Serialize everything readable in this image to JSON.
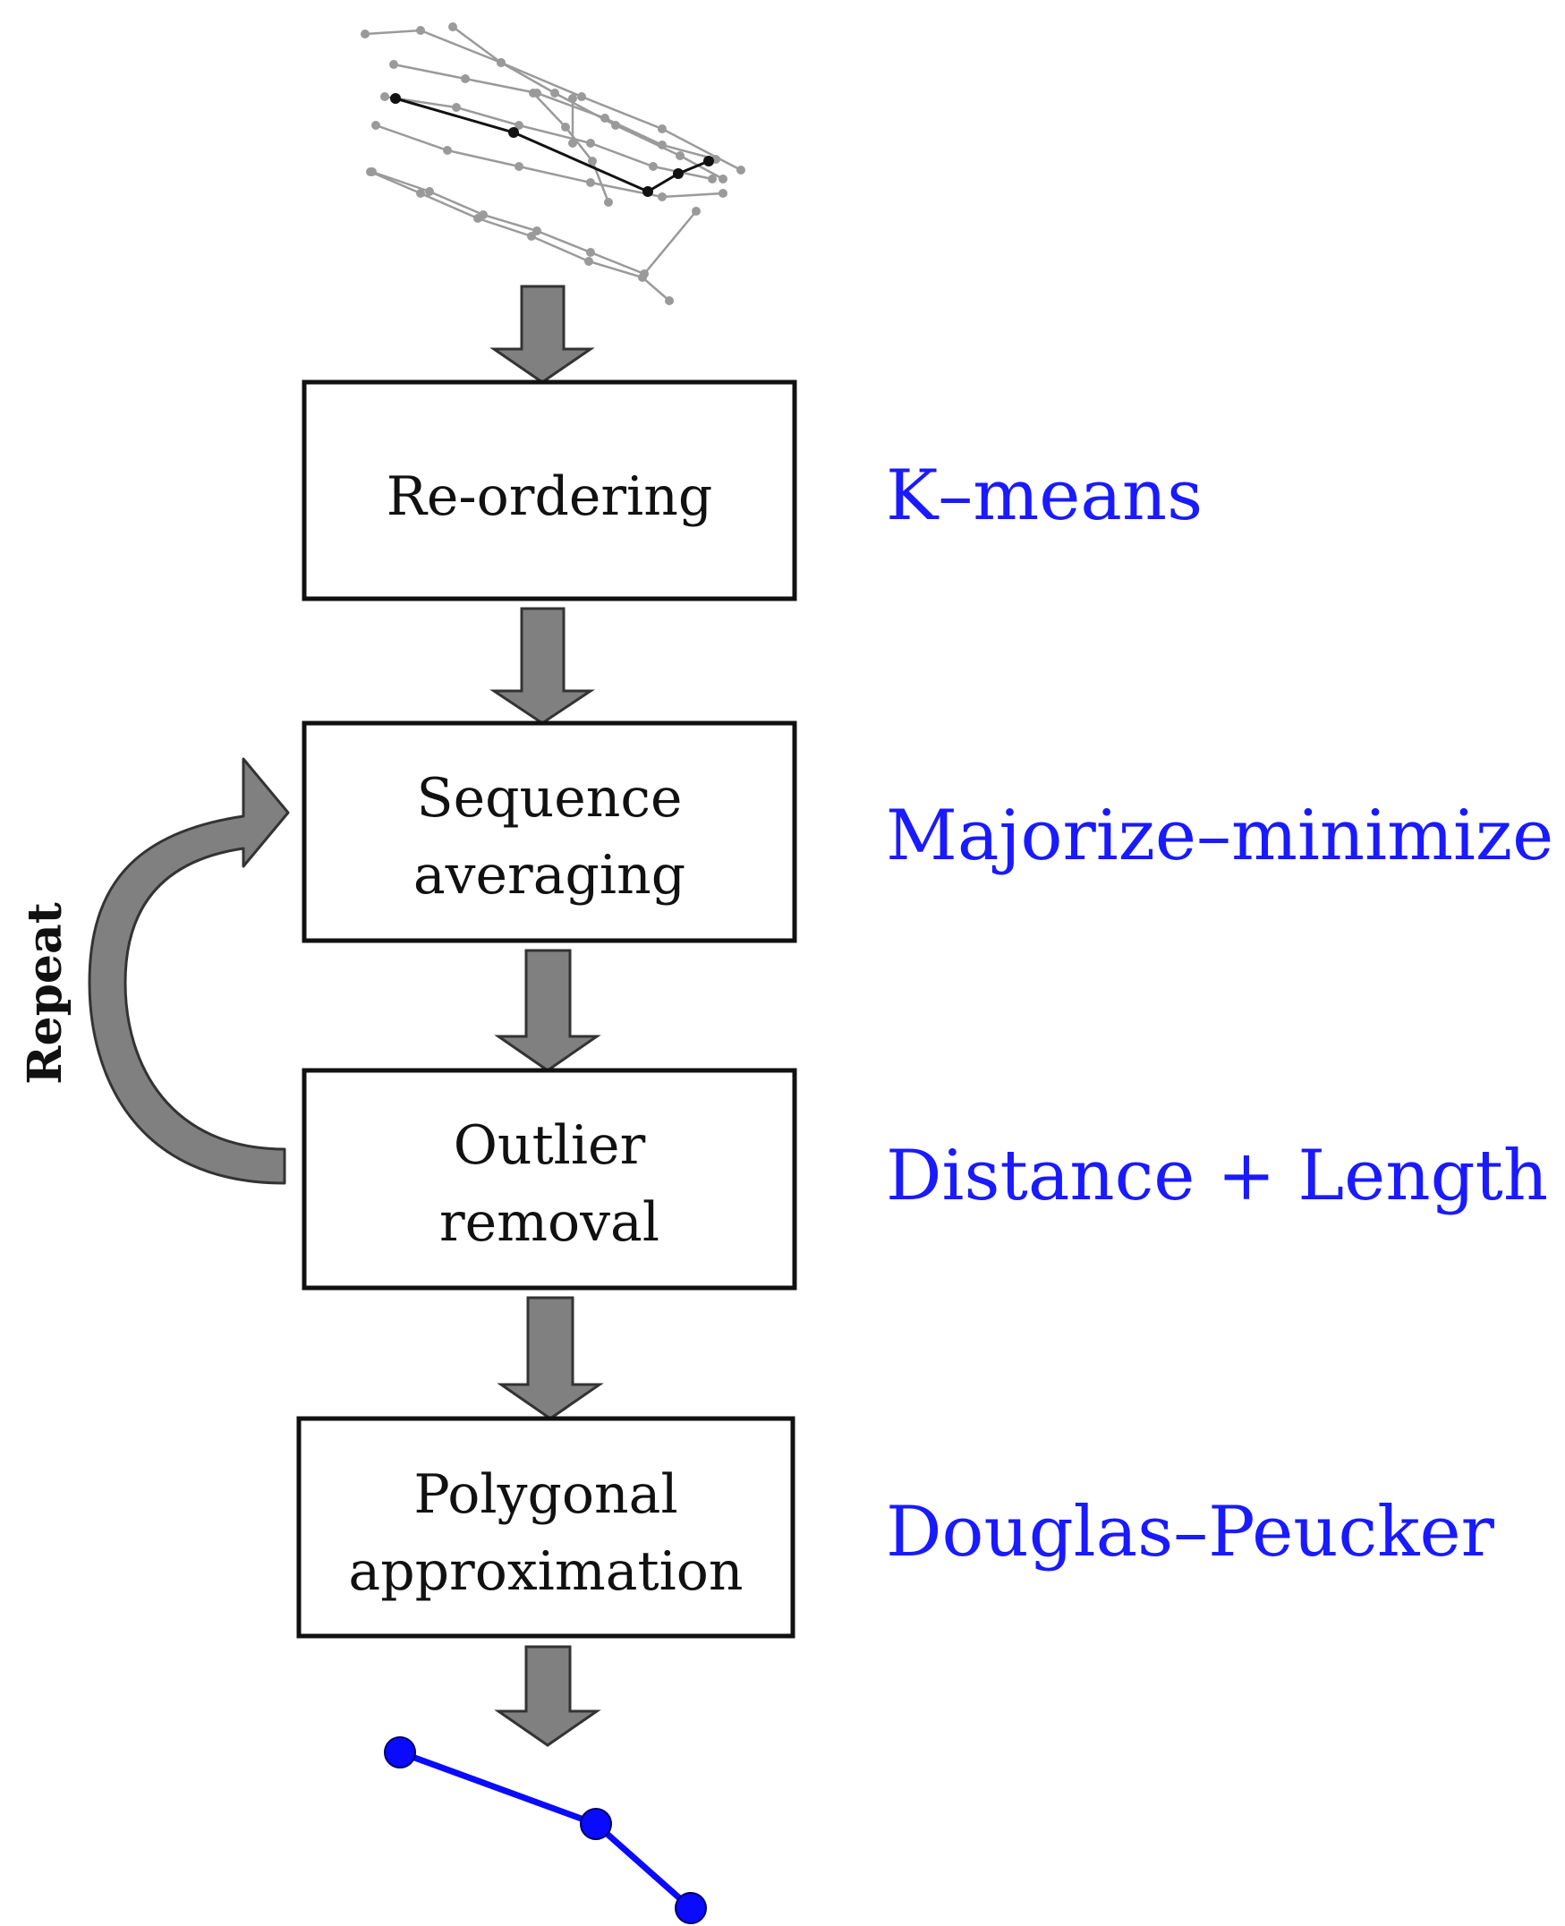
{
  "steps": [
    {
      "lines": [
        "Re-ordering"
      ],
      "method": "K–means"
    },
    {
      "lines": [
        "Sequence",
        "averaging"
      ],
      "method": "Majorize–minimize"
    },
    {
      "lines": [
        "Outlier",
        "removal"
      ],
      "method": "Distance + Length"
    },
    {
      "lines": [
        "Polygonal",
        "approximation"
      ],
      "method": "Douglas–Peucker"
    }
  ],
  "loop": {
    "label": "Repeat"
  },
  "colors": {
    "method_text": "#1a1aff",
    "arrow_fill": "#808080",
    "arrow_stroke": "#333333",
    "box_stroke": "#111111",
    "input_trajectories": "#9a9a9a",
    "input_highlight": "#111111",
    "output_polyline": "#0a0aff"
  },
  "icons": {
    "input": "noisy-trajectories-icon",
    "output": "simplified-polyline-icon"
  }
}
